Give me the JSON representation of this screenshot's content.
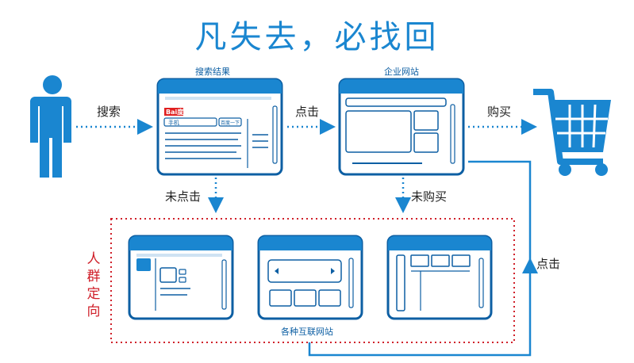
{
  "title": "凡失去，必找回",
  "labels": {
    "search_results": "搜索结果",
    "company_site": "企业网站",
    "various_sites": "各种互联网站",
    "retargeting": "人群定向"
  },
  "arrows": {
    "search": "搜索",
    "click": "点击",
    "buy": "购买",
    "not_clicked": "未点击",
    "not_bought": "未购买",
    "click_back": "点击"
  },
  "browser_logo": "Bai度",
  "search_box_text": "手机",
  "search_button_text": "百度一下",
  "colors": {
    "accent": "#1a86d0",
    "dark_blue": "#0d5fa3",
    "retarget_border": "#d0202a"
  }
}
